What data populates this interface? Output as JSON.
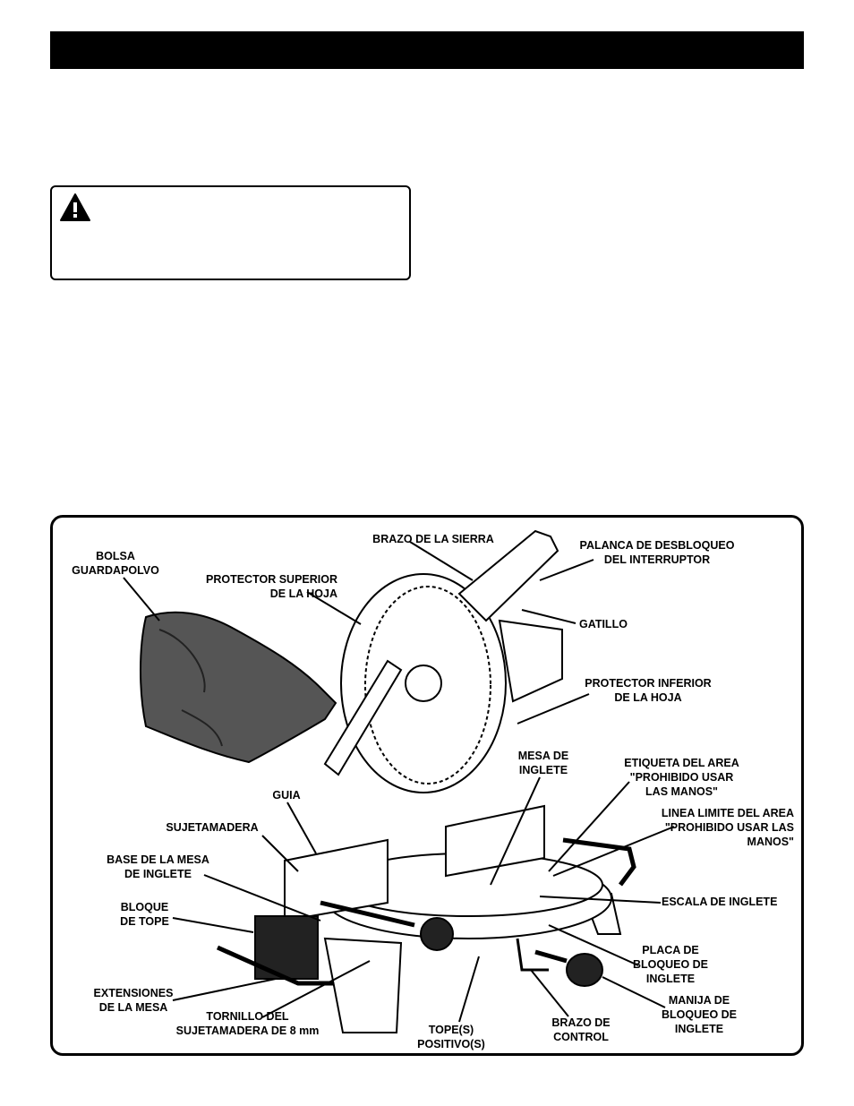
{
  "labels": {
    "bolsa": [
      "BOLSA",
      "GUARDAPOLVO"
    ],
    "brazo_sierra": [
      "BRAZO DE LA SIERRA"
    ],
    "palanca": [
      "PALANCA DE DESBLOQUEO",
      "DEL INTERRUPTOR"
    ],
    "protector_superior": [
      "PROTECTOR SUPERIOR",
      "DE LA HOJA"
    ],
    "gatillo": [
      "GATILLO"
    ],
    "protector_inferior": [
      "PROTECTOR INFERIOR",
      "DE LA HOJA"
    ],
    "mesa_inglete": [
      "MESA DE",
      "INGLETE"
    ],
    "etiqueta_area": [
      "ETIQUETA DEL AREA",
      "\"PROHIBIDO USAR",
      "LAS MANOS\""
    ],
    "guia": [
      "GUIA"
    ],
    "linea_limite": [
      "LINEA LIMITE DEL AREA",
      "\"PROHIBIDO USAR LAS",
      "MANOS\""
    ],
    "sujetamadera": [
      "SUJETAMADERA"
    ],
    "base_mesa": [
      "BASE DE LA MESA",
      "DE INGLETE"
    ],
    "escala": [
      "ESCALA DE INGLETE"
    ],
    "bloque_tope": [
      "BLOQUE",
      "DE TOPE"
    ],
    "placa_bloqueo": [
      "PLACA DE",
      "BLOQUEO DE",
      "INGLETE"
    ],
    "extensiones": [
      "EXTENSIONES",
      "DE LA MESA"
    ],
    "manija": [
      "MANIJA DE",
      "BLOQUEO DE",
      "INGLETE"
    ],
    "tornillo": [
      "TORNILLO DEL",
      "SUJETAMADERA DE 8 mm"
    ],
    "tope_positivo": [
      "TOPE(S)",
      "POSITIVO(S)"
    ],
    "brazo_control": [
      "BRAZO DE",
      "CONTROL"
    ]
  }
}
